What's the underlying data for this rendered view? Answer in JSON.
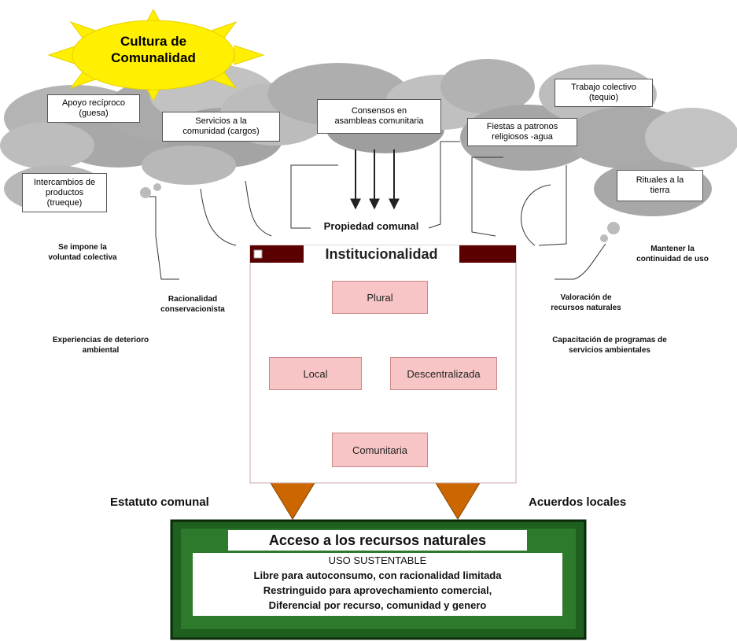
{
  "sun": {
    "line1": "Cultura de",
    "line2": "Comunalidad"
  },
  "clouds": {
    "apoyo": {
      "line1": "Apoyo recíproco",
      "line2": "(guesa)"
    },
    "servicios": {
      "line1": "Servicios  a la",
      "line2": "comunidad (cargos)"
    },
    "consensos": {
      "line1": "Consensos en",
      "line2": "asambleas comunitaria"
    },
    "fiestas": {
      "line1": "Fiestas a patronos",
      "line2": "religiosos -agua"
    },
    "trabajo": {
      "line1": "Trabajo colectivo",
      "line2": "(tequio)"
    },
    "intercambios": {
      "line1": "Intercambios de",
      "line2": "productos",
      "line3": "(trueque)"
    },
    "rituales": {
      "line1": "Rituales a la",
      "line2": "tierra"
    }
  },
  "propiedad": "Propiedad comunal",
  "left_labels": {
    "impone": {
      "line1": "Se impone la",
      "line2": "voluntad colectiva"
    },
    "racionalidad": {
      "line1": "Racionalidad",
      "line2": "conservacionista"
    },
    "experiencias": {
      "line1": "Experiencias de  deterioro",
      "line2": "ambiental"
    }
  },
  "right_labels": {
    "mantener": {
      "line1": "Mantener la",
      "line2": "continuidad de uso"
    },
    "valoracion": {
      "line1": "Valoración de",
      "line2": "recursos naturales"
    },
    "capacitacion": {
      "line1": "Capacitación de programas de",
      "line2": "servicios ambientales"
    }
  },
  "institucionalidad": {
    "title": "Institucionalidad",
    "nodes": {
      "plural": "Plural",
      "local": "Local",
      "descentralizada": "Descentralizada",
      "comunitaria": "Comunitaria"
    }
  },
  "estatuto": "Estatuto comunal",
  "acuerdos": "Acuerdos locales",
  "acceso": {
    "title": "Acceso a los recursos naturales",
    "uso": "USO SUSTENTABLE",
    "line1": "Libre para autoconsumo, con racionalidad limitada",
    "line2": "Restringuido para aprovechamiento comercial,",
    "line3": "Diferencial por recurso, comunidad y genero"
  },
  "colors": {
    "sun": "#ffef00",
    "cloud": "#b4b4b4",
    "node_fill": "#f7c5c5",
    "title_bar": "#5a0000",
    "green": "#1f5f1f",
    "arrow": "#cc6600"
  }
}
